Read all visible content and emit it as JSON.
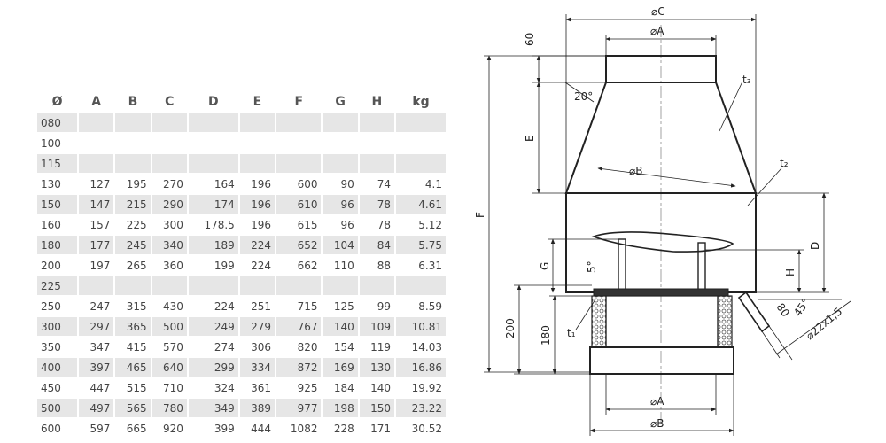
{
  "table": {
    "headers": [
      "Ø",
      "A",
      "B",
      "C",
      "D",
      "E",
      "F",
      "G",
      "H",
      "kg"
    ],
    "rows": [
      [
        "080",
        "",
        "",
        "",
        "",
        "",
        "",
        "",
        "",
        ""
      ],
      [
        "100",
        "",
        "",
        "",
        "",
        "",
        "",
        "",
        "",
        ""
      ],
      [
        "115",
        "",
        "",
        "",
        "",
        "",
        "",
        "",
        "",
        ""
      ],
      [
        "130",
        "127",
        "195",
        "270",
        "164",
        "196",
        "600",
        "90",
        "74",
        "4.1"
      ],
      [
        "150",
        "147",
        "215",
        "290",
        "174",
        "196",
        "610",
        "96",
        "78",
        "4.61"
      ],
      [
        "160",
        "157",
        "225",
        "300",
        "178.5",
        "196",
        "615",
        "96",
        "78",
        "5.12"
      ],
      [
        "180",
        "177",
        "245",
        "340",
        "189",
        "224",
        "652",
        "104",
        "84",
        "5.75"
      ],
      [
        "200",
        "197",
        "265",
        "360",
        "199",
        "224",
        "662",
        "110",
        "88",
        "6.31"
      ],
      [
        "225",
        "",
        "",
        "",
        "",
        "",
        "",
        "",
        "",
        ""
      ],
      [
        "250",
        "247",
        "315",
        "430",
        "224",
        "251",
        "715",
        "125",
        "99",
        "8.59"
      ],
      [
        "300",
        "297",
        "365",
        "500",
        "249",
        "279",
        "767",
        "140",
        "109",
        "10.81"
      ],
      [
        "350",
        "347",
        "415",
        "570",
        "274",
        "306",
        "820",
        "154",
        "119",
        "14.03"
      ],
      [
        "400",
        "397",
        "465",
        "640",
        "299",
        "334",
        "872",
        "169",
        "130",
        "16.86"
      ],
      [
        "450",
        "447",
        "515",
        "710",
        "324",
        "361",
        "925",
        "184",
        "140",
        "19.92"
      ],
      [
        "500",
        "497",
        "565",
        "780",
        "349",
        "389",
        "977",
        "198",
        "150",
        "23.22"
      ],
      [
        "600",
        "597",
        "665",
        "920",
        "399",
        "444",
        "1082",
        "228",
        "171",
        "30.52"
      ]
    ]
  },
  "drawing": {
    "labels": {
      "dia_c": "⌀C",
      "dia_a_top": "⌀A",
      "dia_b_mid": "⌀B",
      "dia_a_bottom": "⌀A",
      "dia_b_bottom": "⌀B",
      "dim_60": "60",
      "dim_e": "E",
      "dim_f": "F",
      "dim_g": "G",
      "dim_d": "D",
      "dim_h": "H",
      "dim_200": "200",
      "dim_180": "180",
      "angle_20": "20°",
      "angle_5": "5°",
      "angle_45": "45°",
      "dim_80": "80",
      "pipe_size": "⌀22x1,5",
      "t1": "t₁",
      "t2": "t₂",
      "t3": "t₃"
    },
    "colors": {
      "line": "#222222",
      "table_shade": "#e6e6e6",
      "text": "#444444"
    }
  }
}
